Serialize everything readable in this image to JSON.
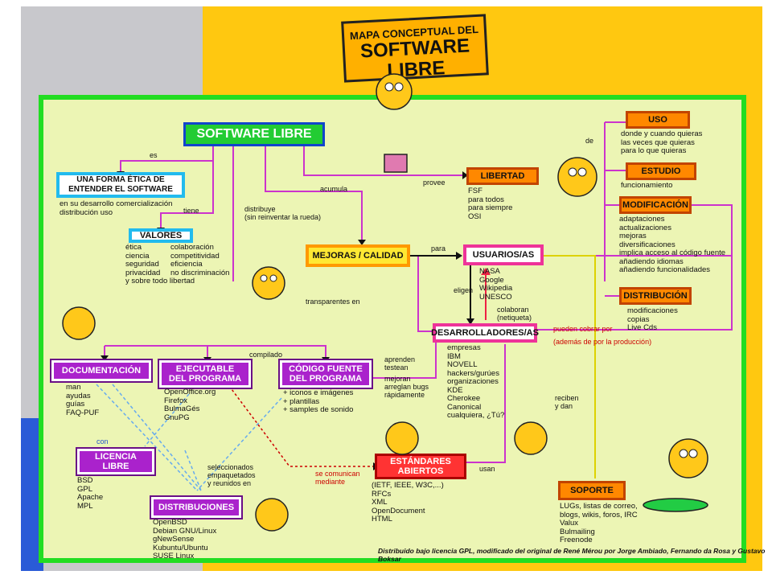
{
  "title": {
    "line1": "MAPA CONCEPTUAL DEL",
    "line2": "SOFTWARE LIBRE"
  },
  "nodes": {
    "software_libre": "SOFTWARE LIBRE",
    "forma_etica": "UNA FORMA ÉTICA DE\nENTENDER EL SOFTWARE",
    "valores": "VALORES",
    "mejoras": "MEJORAS / CALIDAD",
    "usuarios": "USUARIOS/AS",
    "desarrolladores": "DESARROLLADORES/AS",
    "libertad": "LIBERTAD",
    "uso": "USO",
    "estudio": "ESTUDIO",
    "modificacion": "MODIFICACIÓN",
    "distribucion": "DISTRIBUCIÓN",
    "documentacion": "DOCUMENTACIÓN",
    "ejecutable": "EJECUTABLE\nDEL PROGRAMA",
    "codigo": "CÓDIGO FUENTE\nDEL PROGRAMA",
    "licencia": "LICENCIA\nLIBRE",
    "distribuciones": "DISTRIBUCIONES",
    "estandares": "ESTÁNDARES\nABIERTOS",
    "soporte": "SOPORTE"
  },
  "texts": {
    "forma_etica_desc": "en su desarrollo comercialización\ndistribución uso",
    "valores_col1": "ética\nciencia\nseguridad\nprivacidad\ny sobre todo libertad",
    "valores_col2": "colaboración\ncompetitividad\neficiencia\nno discriminación",
    "libertad_desc": "FSF\npara todos\npara siempre\nOSI",
    "uso_desc": "donde y cuando quieras\nlas veces que quieras\npara lo que quieras",
    "estudio_desc": "funcionamiento",
    "modificacion_desc": "adaptaciones\nactualizaciones\nmejoras\ndiversificaciones\nimplica acceso al código fuente\nañadiendo idiomas\nañadiendo funcionalidades",
    "distribucion_desc": "modificaciones\ncopias\nLive Cds",
    "usuarios_desc": "NASA\nGoogle\nWikipedia\nUNESCO",
    "desarrolladores_desc": "empresas\nIBM\nNOVELL\nhackers/gurúes\norganizaciones\nKDE\nCherokee\nCanonical\ncualquiera, ¿Tú?",
    "documentacion_desc": "man\nayudas\nguías\nFAQ-PUF",
    "ejecutable_desc": "OpenOffice.org\nFirefox\nBulmaGés\nGnuPG",
    "codigo_desc": "+ iconos e imágenes\n+ plantillas\n+ samples de sonido",
    "licencia_desc": "BSD\nGPL\nApache\nMPL",
    "distribuciones_desc": "OpenBSD\nDebian GNU/Linux\ngNewSense\nKubuntu/Ubuntu\nSUSE Linux",
    "estandares_desc": "(IETF, IEEE, W3C,...)\nRFCs\nXML\nOpenDocument\nHTML",
    "soporte_desc": "LUGs, listas de correo,\nblogs, wikis, foros, IRC\nValux\nBulmailing\nFreenode"
  },
  "edges": {
    "es": "es",
    "tiene": "tiene",
    "acumula": "acumula",
    "distribuye": "distribuye\n(sin reinventar la rueda)",
    "provee": "provee",
    "de": "de",
    "para": "para",
    "eligen": "eligen",
    "colaboran": "colaboran\n(netiqueta)",
    "transparentes": "transparentes en",
    "compilado": "compilado",
    "aprenden": "aprenden\ntestean",
    "mejoran": "mejoran\narreglan bugs\nrápidamente",
    "pueden_cobrar": "pueden cobrar por",
    "ademas": "(además de por la producción)",
    "reciben": "reciben\ny dan",
    "usan": "usan",
    "con": "con",
    "seleccionados": "seleccionados\nempaquetados\ny reunidos en",
    "se_comunican": "se comunican\nmediante"
  },
  "credit": "Distribuido bajo licencia GPL, modificado del original de René Mérou por Jorge Ambiado, Fernando da Rosa y Gustavo Boksar",
  "colors": {
    "panel": "#ecf5b4",
    "frame": "#22dd22",
    "yellow_bg": "#ffc810",
    "connector": "#cc33cc",
    "red_connector": "#cc0000",
    "blue_connector": "#66aaee"
  }
}
